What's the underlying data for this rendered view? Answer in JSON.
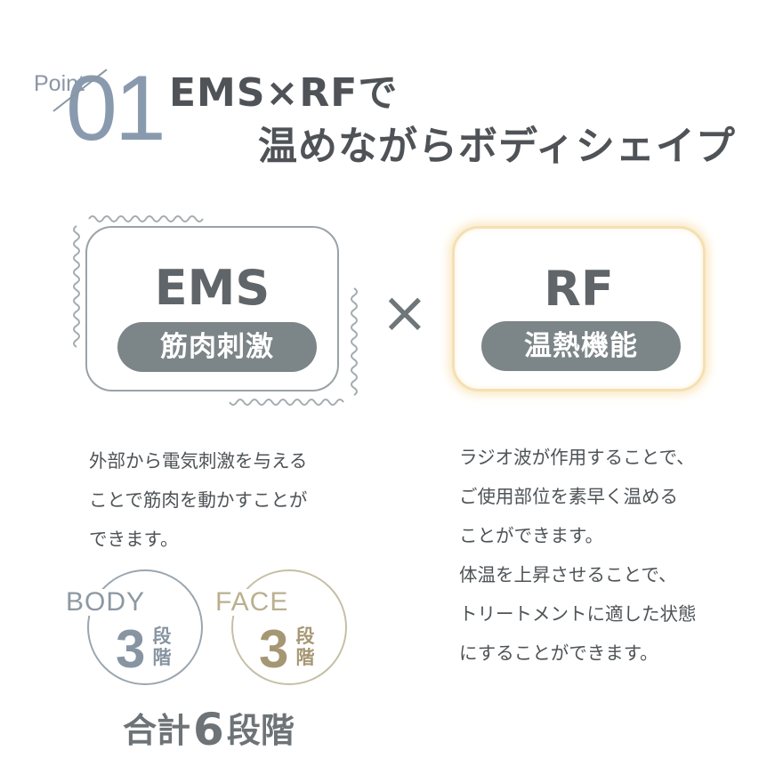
{
  "point": {
    "word": "Point",
    "number": "01"
  },
  "title": {
    "line1": "EMS×RFで",
    "line2": "温めながらボディシェイプ"
  },
  "ems": {
    "heading": "EMS",
    "pill": "筋肉刺激",
    "description": [
      "外部から電気刺激を与える",
      "ことで筋肉を動かすことが",
      "できます。"
    ]
  },
  "times": "×",
  "rf": {
    "heading": "RF",
    "pill": "温熱機能",
    "description": [
      "ラジオ波が作用することで、",
      "ご使用部位を素早く温める",
      "ことができます。",
      "体温を上昇させることで、",
      "トリートメントに適した状態",
      "にすることができます。"
    ]
  },
  "levels": {
    "body": {
      "label": "BODY",
      "count": "3",
      "unit": [
        "段",
        "階"
      ]
    },
    "face": {
      "label": "FACE",
      "count": "3",
      "unit": [
        "段",
        "階"
      ]
    },
    "total": {
      "prefix": "合計",
      "count": "6",
      "suffix": "段階"
    }
  },
  "colors": {
    "heading_text": "#4f5357",
    "pill_bg": "#7c8588",
    "rf_glow": "#f5e0b3",
    "body_accent": "#8794a1",
    "face_accent": "#a69774"
  }
}
